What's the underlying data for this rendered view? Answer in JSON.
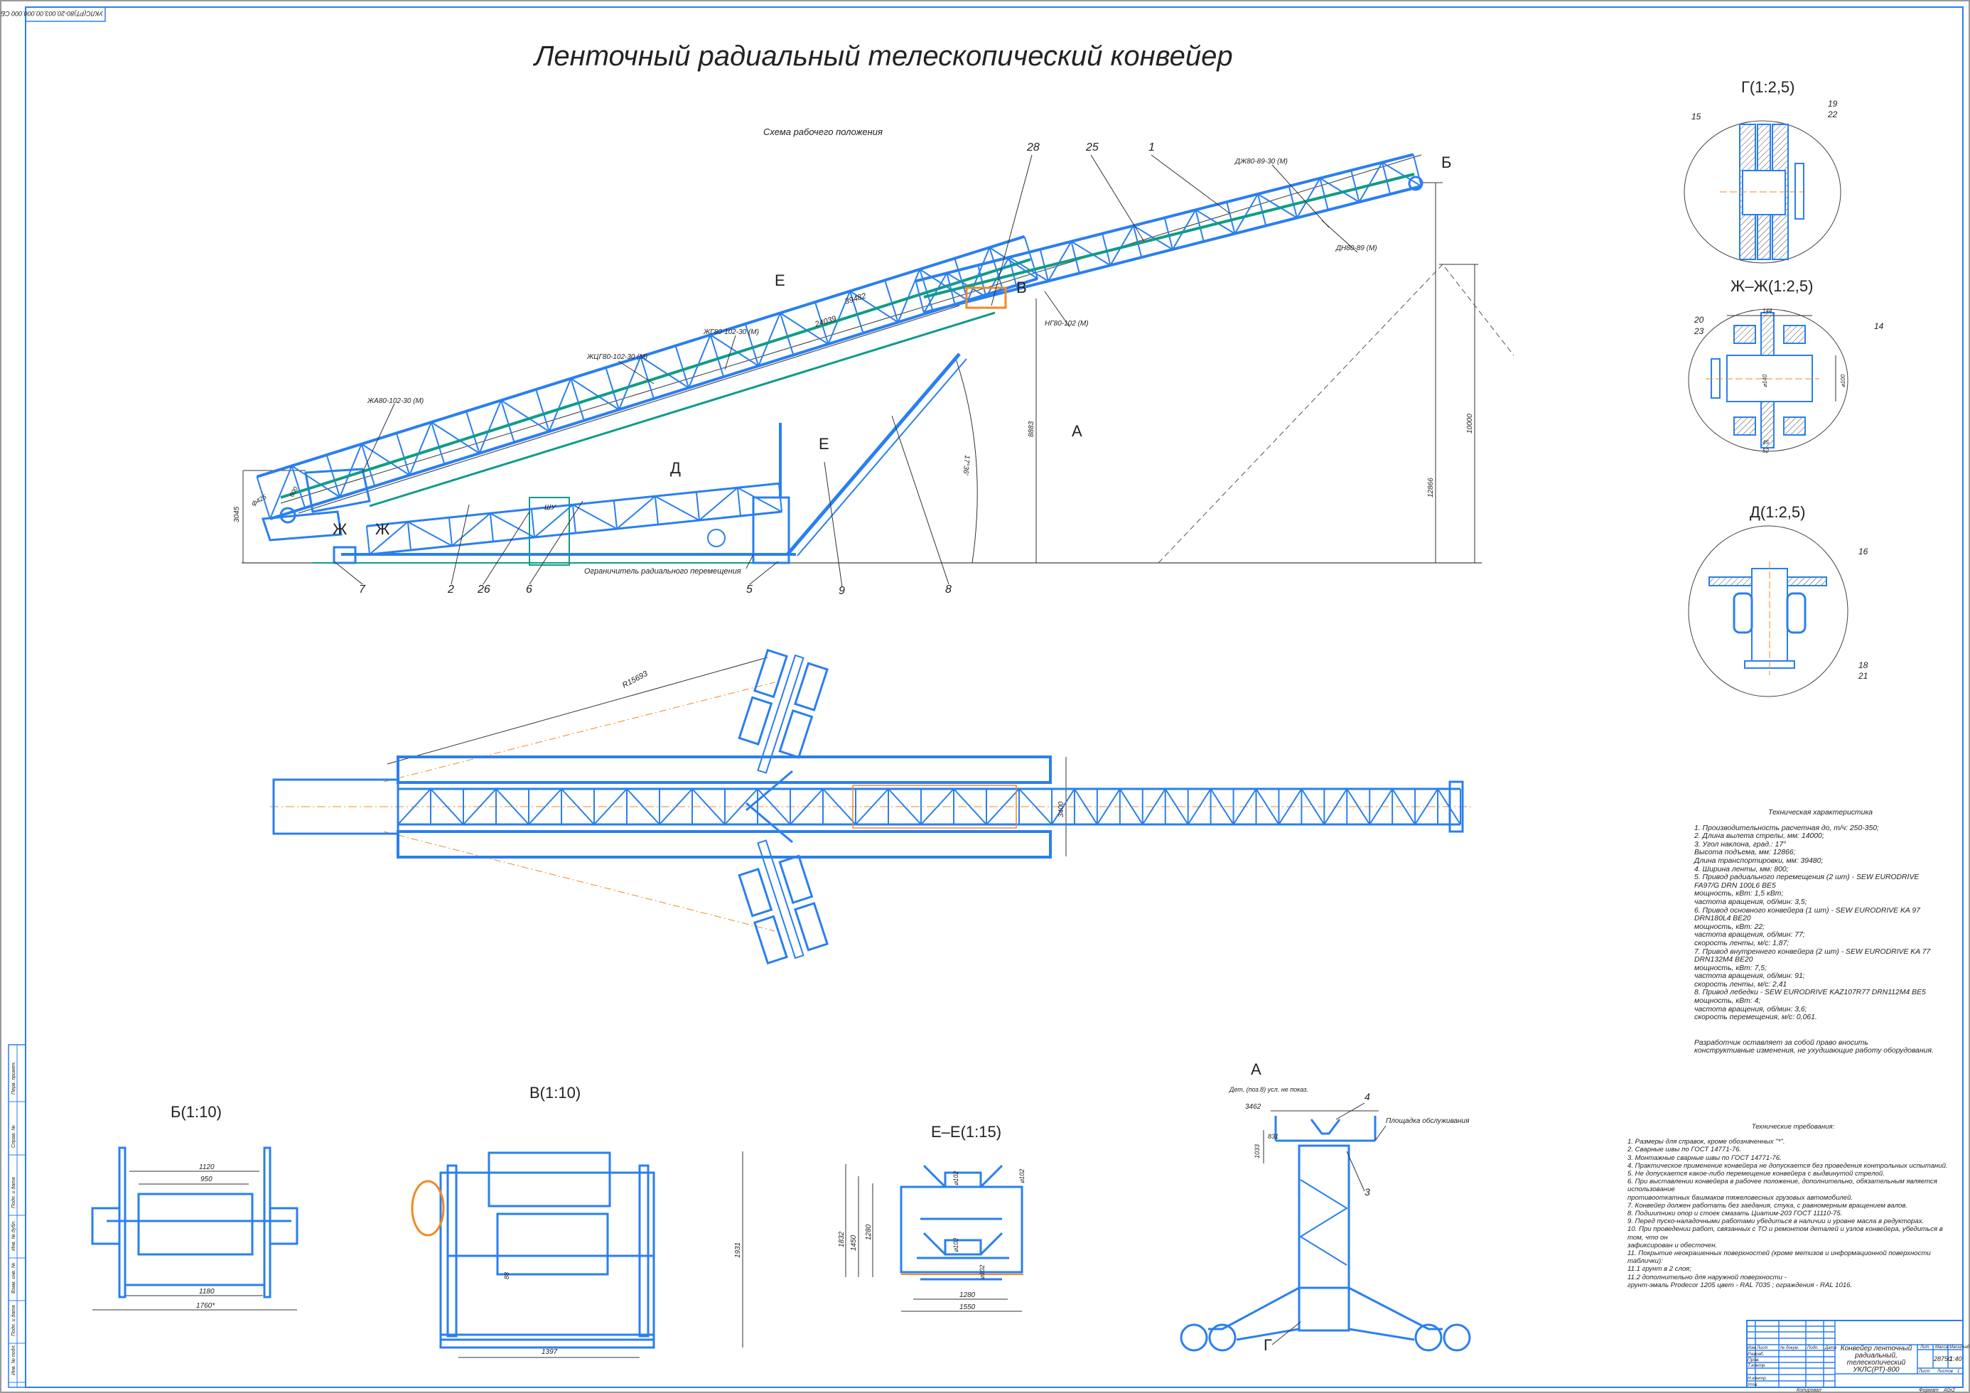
{
  "drawing_code": "УКЛС(РТ)80-20.003.00.000.000 СБ",
  "title": "Ленточный радиальный телескопический конвейер",
  "side_view": {
    "caption": "Схема рабочего положения",
    "positions": {
      "p28": "28",
      "p25": "25",
      "p1": "1",
      "p7": "7",
      "p2": "2",
      "p26": "26",
      "p6": "6",
      "p5": "5",
      "p9": "9",
      "p8": "8"
    },
    "idlers": {
      "a": "ЖА80-102-30 (М)",
      "b": "ЖЦГ80-102-30 (М)",
      "c": "ЖГ80-102-30 (М)",
      "d": "НГ80-102 (М)",
      "e": "ДЖ80-89-30 (М)",
      "f": "ДН80-89 (М)"
    },
    "view_marks": {
      "E1": "Е",
      "E2": "Е",
      "A": "А",
      "B": "Б",
      "V": "В",
      "D": "Д",
      "Zh1": "Ж",
      "Zh2": "Ж"
    },
    "dims": {
      "len_total": "39482",
      "len_lower": "24039",
      "h_tail": "3045",
      "d425": "ф425",
      "d600": "600",
      "h8883": "8883",
      "angle": "17°36'",
      "h12866": "12866",
      "h10000": "10000"
    },
    "control_box": "ШУ",
    "limiter": "Ограничитель радиального перемещения"
  },
  "plan_view": {
    "radius": "R15693",
    "width": "3400"
  },
  "view_B": {
    "title": "Б(1:10)",
    "dims": [
      "1120",
      "950",
      "1180",
      "1760*"
    ]
  },
  "view_V": {
    "title": "В(1:10)",
    "dims": [
      "1931",
      "88",
      "1397"
    ]
  },
  "section_E": {
    "title": "Е–Е(1:15)",
    "dims": [
      "1832",
      "1450",
      "1280",
      "1280",
      "1550",
      "⌀102",
      "⌀102",
      "⌀102",
      "⌀102"
    ]
  },
  "view_A": {
    "title": "А",
    "note": "Дет. (поз.8) усл. не показ.",
    "pos4": "4",
    "pos3": "3",
    "width": "3462",
    "platform": "Площадка обслуживания",
    "h1033": "1033",
    "w831": "831",
    "mark_G": "Г"
  },
  "detail_G": {
    "title": "Г(1:2,5)",
    "pos15": "15",
    "pos19": "19",
    "pos22": "22"
  },
  "section_Zh": {
    "title": "Ж–Ж(1:2,5)",
    "dims": [
      "144",
      "⌀140",
      "⌀100",
      "45",
      "52"
    ],
    "pos14": "14",
    "pos20": "20",
    "pos23": "23"
  },
  "detail_D": {
    "title": "Д(1:2,5)",
    "pos16": "16",
    "pos18": "18",
    "pos21": "21"
  },
  "tech_characteristics": {
    "heading": "Техническая характеристика",
    "lines": [
      "1. Производительность расчетная до, т/ч: 250-350;",
      "2. Длина вылета стрелы, мм: 14000;",
      "3. Угол наклона, град.: 17°",
      "Высота подъема, мм: 12866;",
      "Длина транспортировки, мм: 39480;",
      "4. Ширина ленты, мм: 800;",
      "5. Привод радиального перемещения (2 шт) - SEW EURODRIVE",
      "FA97/G DRN 100L6 BE5",
      "мощность, кВт: 1,5 кВт;",
      "частота вращения, об/мин: 3,5;",
      "6. Привод основного конвейера (1 шт) - SEW EURODRIVE KA 97",
      "DRN180L4 BE20",
      "мощность, кВт: 22;",
      "частота вращения, об/мин: 77;",
      "скорость ленты, м/с: 1,87;",
      "7. Привод внутреннего конвейера (2 шт) - SEW EURODRIVE KA 77",
      "DRN132M4 BE20",
      "мощность, кВт: 7,5;",
      "частота вращения, об/мин: 91;",
      "скорость ленты, м/с: 2,41",
      "8. Привод лебедки - SEW EURODRIVE KAZ107R77 DRN112M4 BE5",
      "мощность, кВт: 4;",
      "частота вращения, об/мин: 3,6;",
      "скорость перемещения, м/с: 0,061."
    ],
    "note": [
      "Разработчик оставляет за собой право вносить",
      "конструктивные изменения, не ухудшающие работу оборудования."
    ]
  },
  "tech_requirements": {
    "heading": "Технические требования:",
    "lines": [
      "1. Размеры для справок, кроме обозначенных \"*\".",
      "2. Сварные швы по ГОСТ 14771-76.",
      "3. Монтажные сварные швы по ГОСТ 14771-76.",
      "4. Практическое применение конвейера не допускается без проведения контрольных испытаний.",
      "5. Не допускается какое-либо перемещение конвейера с выдвинутой стрелой.",
      "6. При выставлении конвейера в рабочее положение, дополнительно, обязательным является использование",
      "противооткатных башмаков тяжеловесных грузовых автомобилей.",
      "7. Конвейер должен работать без заедания, стука, с равномерным вращением валов.",
      "8. Подшипники опор и стоек смазать Циатим-203 ГОСТ 11110-75.",
      "9. Перед пуско-наладочными работами убедиться в наличии и уровне масла в редукторах.",
      "10. При проведении работ, связанных с ТО и ремонтом деталей и узлов конвейера, убедиться в том, что он",
      "зафиксирован и обесточен.",
      "11. Покрытие неокрашенных поверхностей (кроме метизов и информационной поверхности таблички):",
      "    11.1 грунт в 2 слоя;",
      "    11.2 дополнительно для наружной поверхности -",
      " грунт-эмаль Prodecor 1205 цвет - RAL 7035 ; ограждения - RAL 1016."
    ]
  },
  "title_block": {
    "name_lines": [
      "Конвейер ленточный",
      "радиальный, телескопический",
      "УКЛС(РТ)-800"
    ],
    "headers": {
      "izm": "Изм.",
      "list": "Лист",
      "ndoc": "№ докум.",
      "podp": "Подп.",
      "data": "Дата",
      "lit": "Лит.",
      "mass": "Масса",
      "scale": "Масштаб",
      "sheet": "Лист",
      "sheets": "Листов"
    },
    "roles": [
      "Разраб.",
      "Пров.",
      "Т.контр.",
      "Н.контр.",
      "Утв."
    ],
    "mass": "28750",
    "scale": "1:40",
    "sheets_count": "1",
    "copied": "Копировал",
    "format_label": "Формат",
    "format": "A0x2"
  },
  "side_stamp": [
    "Перв. примен.",
    "Справ. №",
    "Подп. и дата",
    "Инв. № дубл.",
    "Взам. инв. №",
    "Подп. и дата",
    "Инв. № подл."
  ],
  "colors": {
    "blue": "#2a7ff0",
    "teal": "#129b8a",
    "orange": "#f08a24",
    "line": "#333333"
  }
}
